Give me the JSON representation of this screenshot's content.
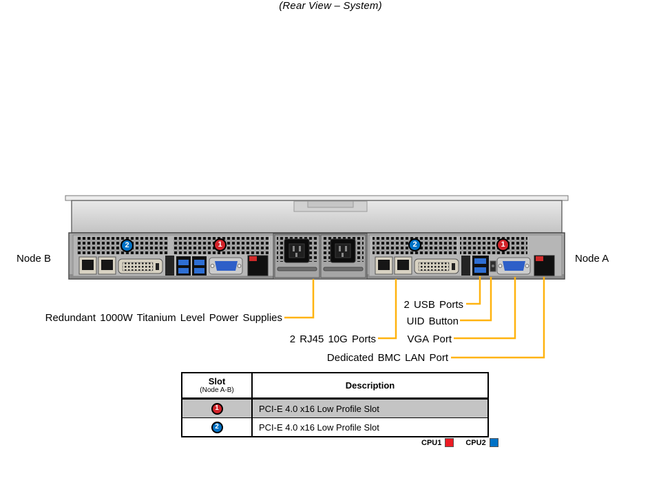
{
  "title": "(Rear View – System)",
  "nodes": {
    "left": "Node B",
    "right": "Node A"
  },
  "badges": {
    "one": "1",
    "two": "2"
  },
  "callouts": {
    "psu": "Redundant 1000W Titanium Level Power Supplies",
    "usb": "2 USB Ports",
    "uid": "UID Button",
    "rj45": "2 RJ45 10G Ports",
    "vga": "VGA Port",
    "bmc": "Dedicated BMC LAN Port"
  },
  "table": {
    "header": {
      "slot": "Slot",
      "slot_sub": "(Node A-B)",
      "description": "Description"
    },
    "rows": [
      {
        "slot": "1",
        "badge_color": "#d2232a",
        "description": "PCI-E 4.0 x16 Low Profile Slot"
      },
      {
        "slot": "2",
        "badge_color": "#0072c6",
        "description": "PCI-E 4.0 x16 Low Profile Slot"
      }
    ]
  },
  "legend": {
    "items": [
      {
        "label": "CPU1",
        "color": "#ec1c24"
      },
      {
        "label": "CPU2",
        "color": "#0072c6"
      }
    ]
  },
  "colors": {
    "callout_line": "#ffb30f",
    "badge_red": "#d2232a",
    "badge_blue": "#0072c6"
  }
}
